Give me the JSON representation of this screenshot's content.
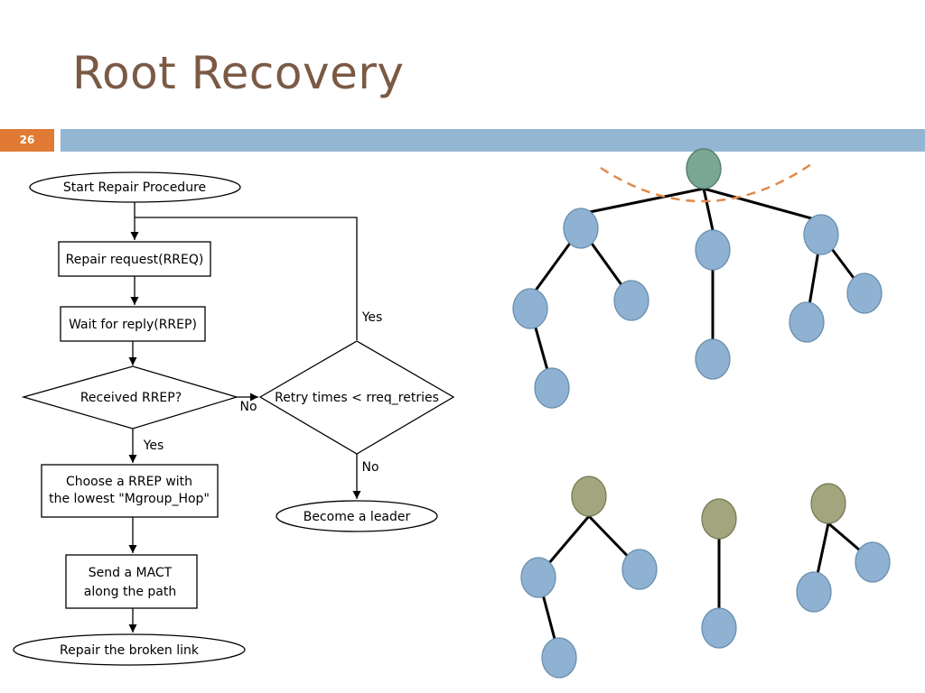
{
  "slide": {
    "title": "Root Recovery",
    "page_number": "26"
  },
  "colors": {
    "title": "#7a5a44",
    "page_number_bg": "#e07a34",
    "header_bar": "#93b6d2",
    "node_blue": "#8fb2d3",
    "node_root": "#7aa795",
    "node_leader": "#a2a57e",
    "cut_line": "#e08a4a"
  },
  "flowchart": {
    "start": "Start Repair Procedure",
    "rreq": "Repair request(RREQ)",
    "wait": "Wait for reply(RREP)",
    "received": "Received RREP?",
    "retry": "Retry times < rreq_retries",
    "choose_line1": "Choose a RREP with",
    "choose_line2": "the lowest \"Mgroup_Hop\"",
    "send_line1": "Send a MACT",
    "send_line2": "along the path",
    "repair": "Repair the broken link",
    "leader": "Become a leader",
    "yes_received": "Yes",
    "no_received": "No",
    "yes_retry": "Yes",
    "no_retry": "No"
  }
}
